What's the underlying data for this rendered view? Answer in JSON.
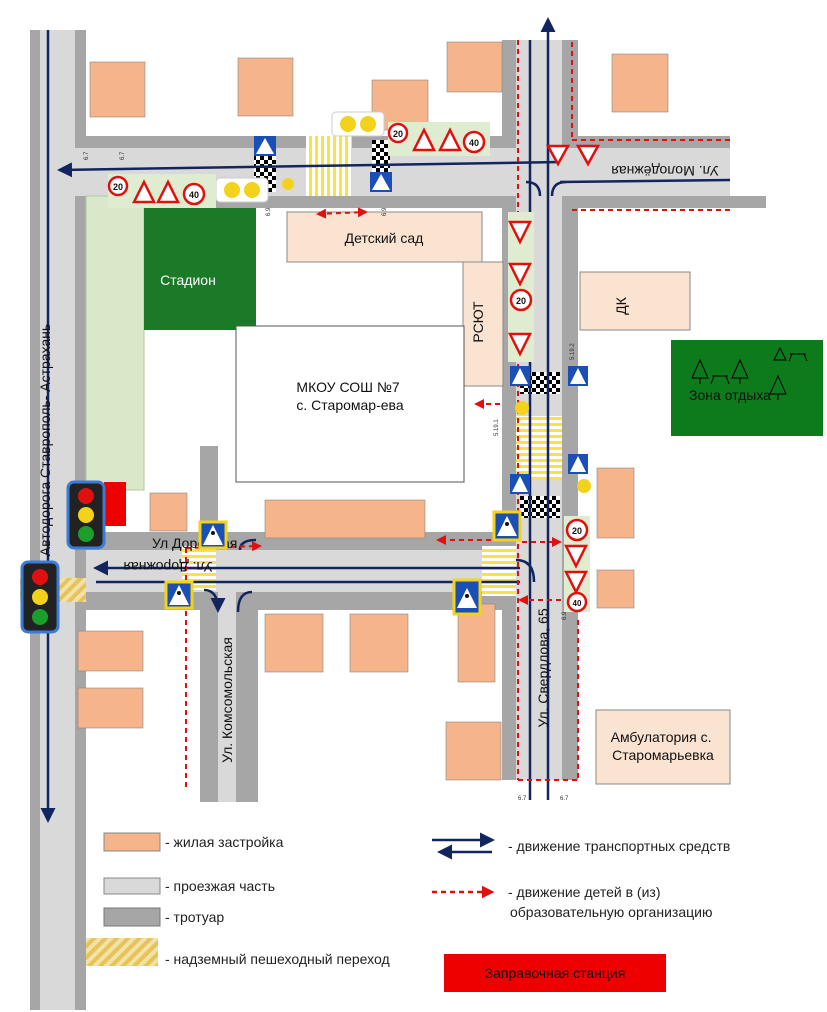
{
  "places": {
    "kindergarten": "Детский сад",
    "stadium": "Стадион",
    "school": "МКОУ СОШ №7 с. Старомар-ева",
    "rsyut": "РСЮТ",
    "dk": "ДК",
    "recreation": "Зона отдыха",
    "clinic": "Амбулатория с. Старомарьевка",
    "gas_station": "Заправочная станция"
  },
  "streets": {
    "highway": "Автодорога Ставрополь- Астрахань",
    "molodezhnaya": "Ул. Молодёжная",
    "dorozhnaya_upper": "Ул Дорожная",
    "dorozhnaya_lower": "Ул. Дорожная",
    "komsomolskaya": "Ул. Комсомольская",
    "sverdlova": "Ул. Свердлова, 65"
  },
  "signs": {
    "speed_limit_20": "20",
    "speed_limit_40": "40",
    "codes": [
      "6.7",
      "6.7",
      "5.19.2",
      "5.19.1",
      "6.9",
      "6.9",
      "6.7",
      "6.7",
      "6.9"
    ]
  },
  "legend": {
    "residential": "- жилая застройка",
    "roadway": "- проезжая часть",
    "sidewalk": "- тротуар",
    "crossing": "- надземный пешеходный переход",
    "traffic": "- движение транспортных средств",
    "children_line1": "- движение детей в (из)",
    "children_line2": "образовательную организацию"
  },
  "colors": {
    "residential": "#f6b48a",
    "roadway": "#d9d9d9",
    "sidewalk": "#a6a6a6",
    "stadium": "#1a7a28",
    "field": "#d9e8c8",
    "road_arrow": "#12255e",
    "children_path": "#e01010",
    "gas_station": "#ee0000",
    "recreation": "#0d7a1c",
    "kindergarten": "#fbe3d2"
  }
}
